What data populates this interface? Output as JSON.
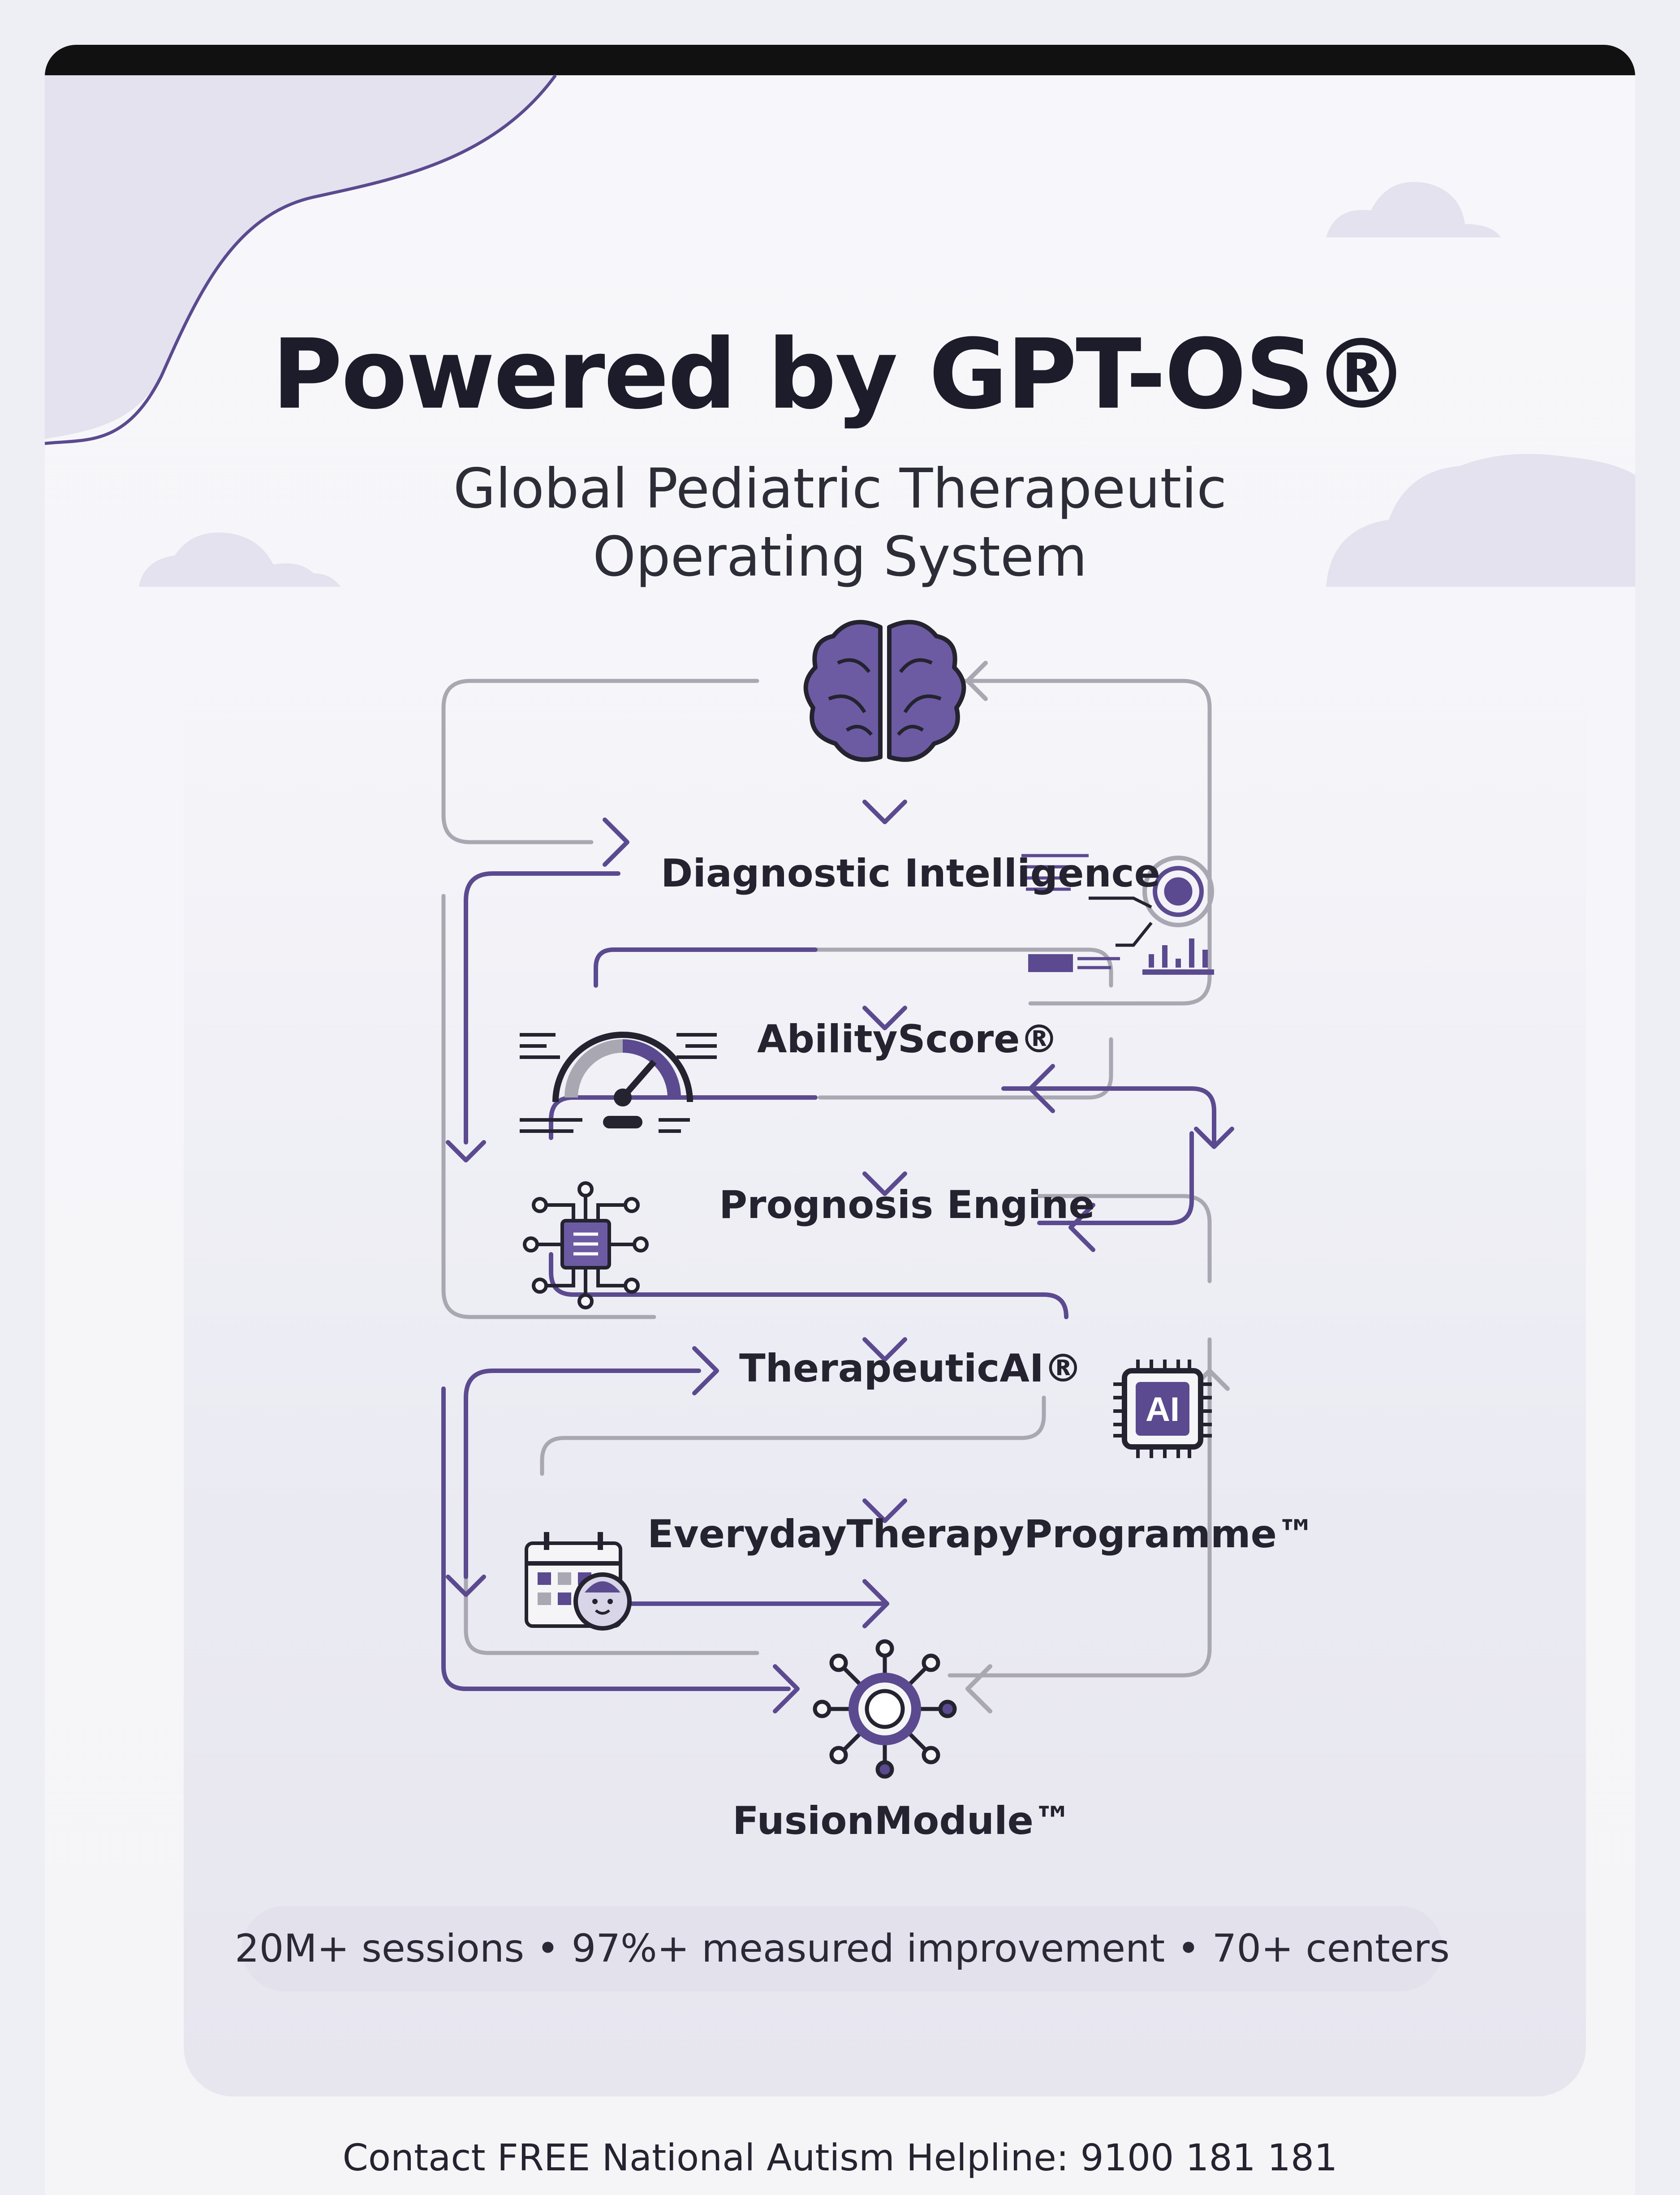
{
  "header": {
    "title": "Powered by GPT-OS®",
    "subtitle_line1": "Global Pediatric Therapeutic",
    "subtitle_line2": "Operating System"
  },
  "flow": {
    "nodes": [
      {
        "label": "Diagnostic Intelligence",
        "icon": "brain-icon"
      },
      {
        "label": "AbilityScore®",
        "icon": "gauge-icon"
      },
      {
        "label": "Prognosis Engine",
        "icon": "circuit-icon"
      },
      {
        "label": "TherapeuticAI®",
        "icon": "ai-chip-icon"
      },
      {
        "label": "EverydayTherapyProgramme™",
        "icon": "calendar-child-icon"
      },
      {
        "label": "FusionModule™",
        "icon": "fusion-hub-icon"
      }
    ],
    "chip_text": "AI"
  },
  "stats": "20M+ sessions • 97%+ measured improvement • 70+ centers",
  "footer": "Contact FREE National Autism Helpline: 9100 181 181",
  "colors": {
    "purple": "#5b4a8f",
    "grey_line": "#a9a8b2",
    "dark_text": "#1d1c2a",
    "cloud": "#e3e2ee",
    "pill": "#e2e1ec"
  }
}
